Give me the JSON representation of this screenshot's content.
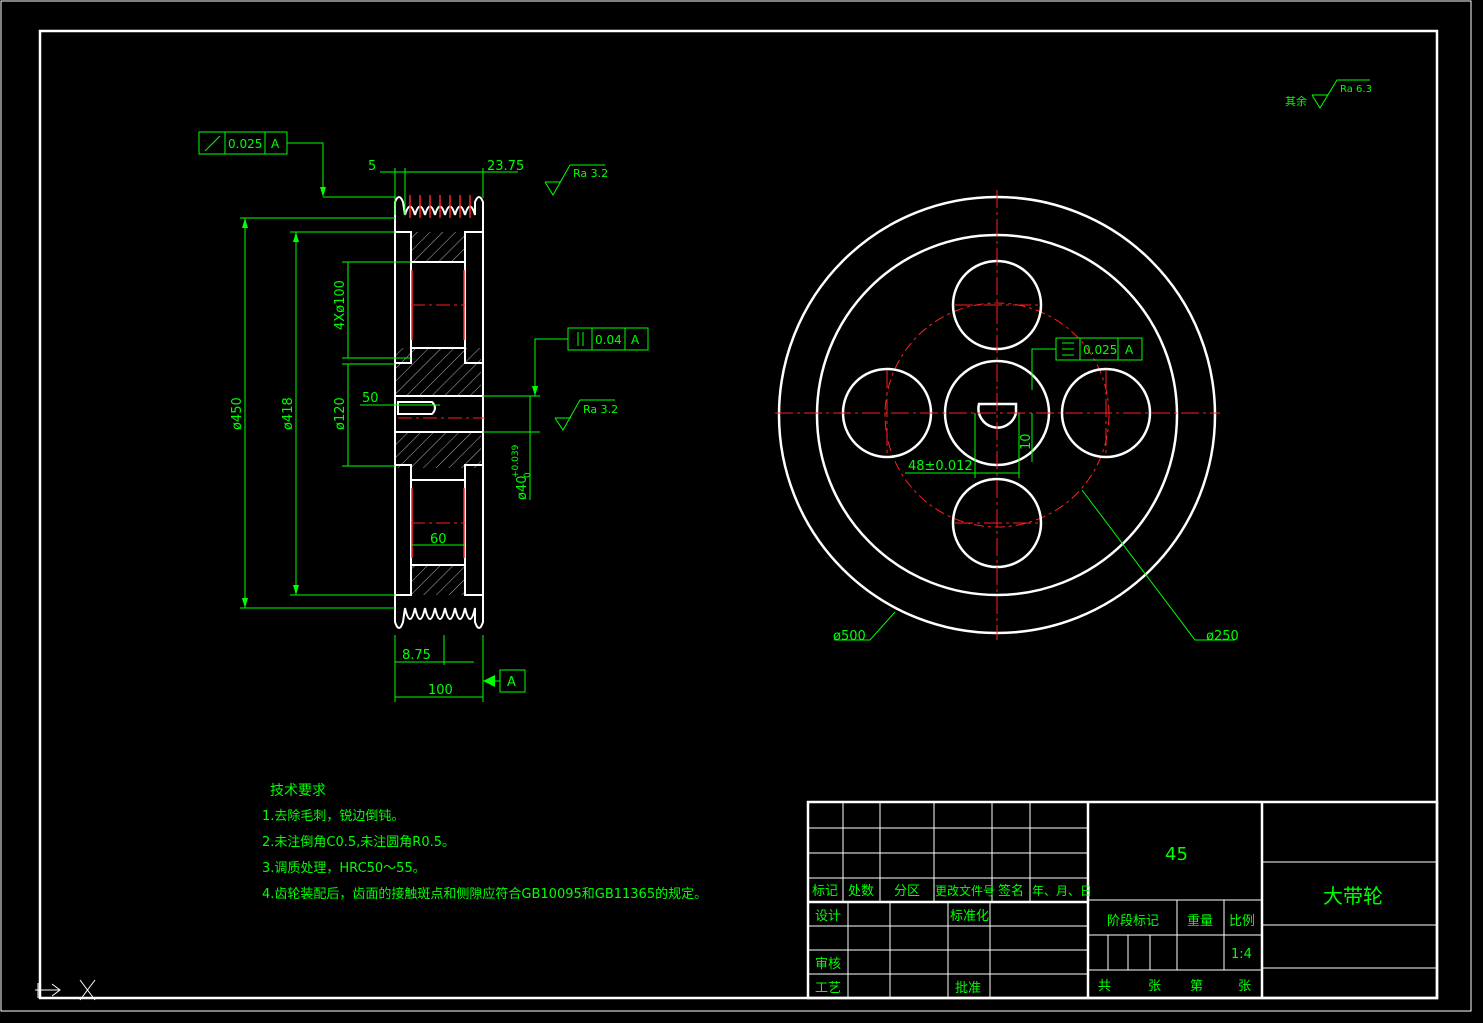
{
  "colors": {
    "outline": "#ffffff",
    "dimension": "#00ff00",
    "centerline": "#ff2020",
    "background": "#000000"
  },
  "roughness": {
    "rest_label": "其余",
    "rest_value": "Ra 6.3",
    "side_value": "Ra 3.2",
    "bore_value": "Ra 3.2"
  },
  "tolerance": {
    "runout_value": "0.025",
    "runout_datum": "A",
    "parallel_value": "0.04",
    "parallel_datum": "A",
    "symmetry_value": "0.025",
    "symmetry_datum": "A",
    "datum_label": "A"
  },
  "dimensions": {
    "d5": "5",
    "d23_75": "23.75",
    "d450": "ø450",
    "d418": "ø418",
    "d4x100": "4Xø100",
    "d120": "ø120",
    "d50": "50",
    "d40": "ø40",
    "d40_tol_upper": "+0.039",
    "d40_tol_lower": "0",
    "d60": "60",
    "d8_75": "8.75",
    "d100": "100",
    "d48": "48±0.012",
    "d10": "10",
    "d500": "ø500",
    "d250": "ø250"
  },
  "notes": {
    "title": "技术要求",
    "lines": [
      "1.去除毛刺，锐边倒钝。",
      "2.未注倒角C0.5,未注圆角R0.5。",
      "3.调质处理，HRC50～55。",
      "4.齿轮装配后，齿面的接触斑点和侧隙应符合GB10095和GB11365的规定。"
    ]
  },
  "title_block": {
    "headers": [
      "标记",
      "处数",
      "分区",
      "更改文件号",
      "签名",
      "年、月、日"
    ],
    "design": "设计",
    "standardize": "标准化",
    "review": "审核",
    "process": "工艺",
    "approve": "批准",
    "material": "45",
    "part_name": "大带轮",
    "stage_mark": "阶段标记",
    "weight": "重量",
    "scale_label": "比例",
    "scale_value": "1:4",
    "total": "共",
    "sheets1": "张",
    "number": "第",
    "sheets2": "张"
  }
}
